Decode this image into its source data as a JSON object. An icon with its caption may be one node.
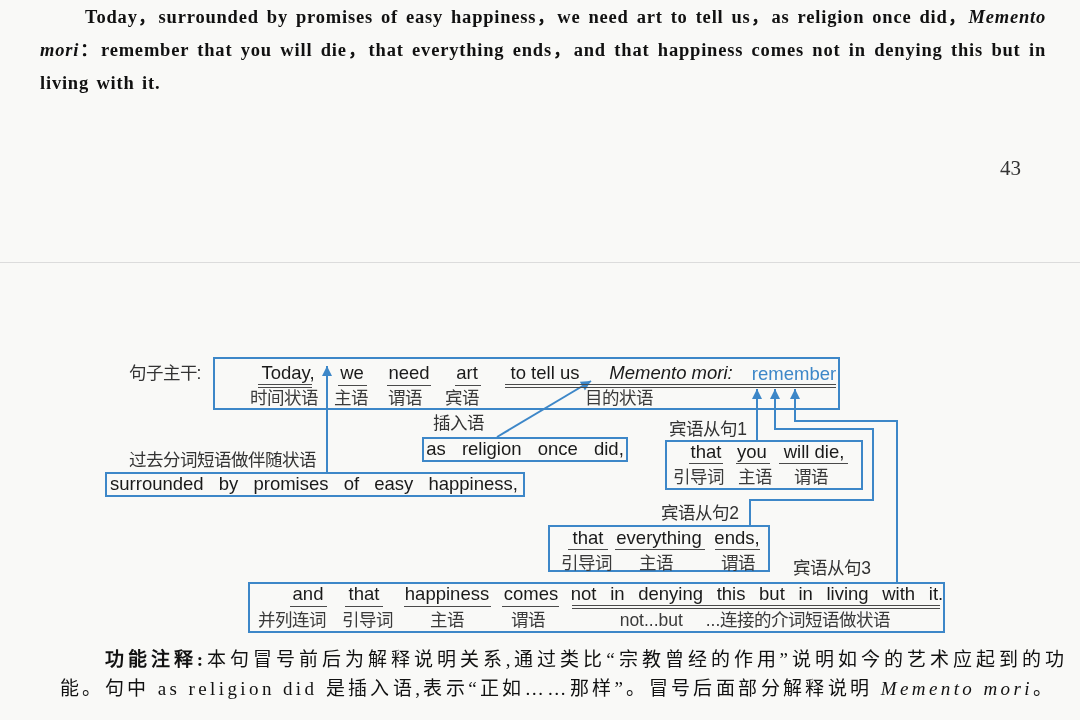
{
  "diagram": {
    "nodes": [
      {
        "text": [
          "句子主干:",
          "Today,",
          "we",
          "need",
          "art",
          "to tell us",
          "Memento mori:",
          "时间状语",
          "主语",
          "谓语",
          "宾语",
          "目的状语"
        ]
      },
      {
        "text": [
          "remember"
        ],
        "in": 0
      },
      {
        "text": [
          "插入语",
          "as religion once did,"
        ]
      },
      {
        "text": [
          "宾语从句1",
          "that",
          "you",
          "will die,",
          "引导词",
          "主语",
          "谓语"
        ]
      },
      {
        "text": [
          "过去分词短语做伴随状语",
          "surrounded by promises of easy happiness,"
        ]
      },
      {
        "text": [
          "宾语从句2",
          "that",
          "everything",
          "ends,",
          "引导词",
          "主语",
          "谓语"
        ]
      },
      {
        "text": [
          "宾语从句3",
          "and",
          "that",
          "happiness",
          "comes",
          "not in denying this but in living with it.",
          "并列连词",
          "引导词",
          "主语",
          "谓语",
          "not...but ...连接的介词短语做状语"
        ]
      }
    ],
    "edges": [
      {
        "from": 4,
        "to": 0,
        "arrow": "to"
      },
      {
        "from": 2,
        "to": 0,
        "arrow": "to"
      },
      {
        "from": 3,
        "to": 1,
        "arrow": "to"
      },
      {
        "from": 5,
        "to": 1,
        "arrow": "to"
      },
      {
        "from": 6,
        "to": 1,
        "arrow": "to"
      }
    ],
    "labels": [
      "Today，surrounded by promises of easy happiness，we need art to tell us，as religion once did，*Memento mori*：remember that you will die，that everything ends，and that happiness comes not in denying this but in living with it.",
      "43",
      "**功能注释:**本句冒号前后为解释说明关系,通过类比“宗教曾经的作用”说明如今的艺术应起到的功能。句中 as religion did 是插入语,表示“正如……那样”。冒号后面部分解释说明 *Memento mori*。"
    ]
  }
}
